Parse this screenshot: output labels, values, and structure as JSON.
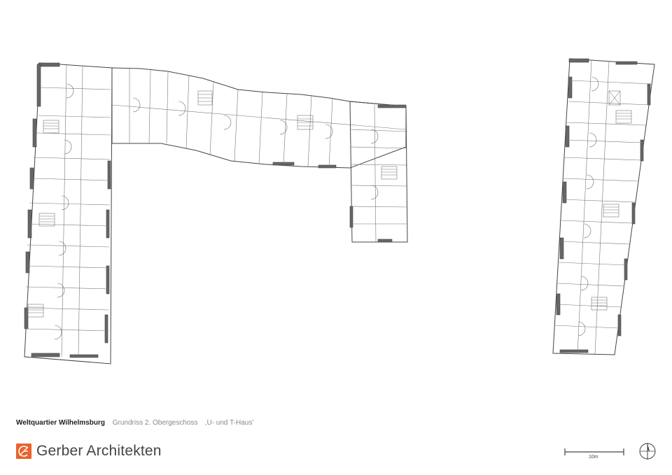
{
  "caption": {
    "project": "Weltquartier Wilhelmsburg",
    "drawing": "Grundriss 2. Obergeschoss",
    "buildings": "‚U- und T-Haus'"
  },
  "brand": {
    "name": "Gerber Architekten",
    "logo_icon": "gerber-logo-icon",
    "accent_color": "#e8632b"
  },
  "scale": {
    "label": "10m",
    "icon": "scale-bar-icon"
  },
  "north_arrow": {
    "icon": "north-arrow-icon"
  }
}
